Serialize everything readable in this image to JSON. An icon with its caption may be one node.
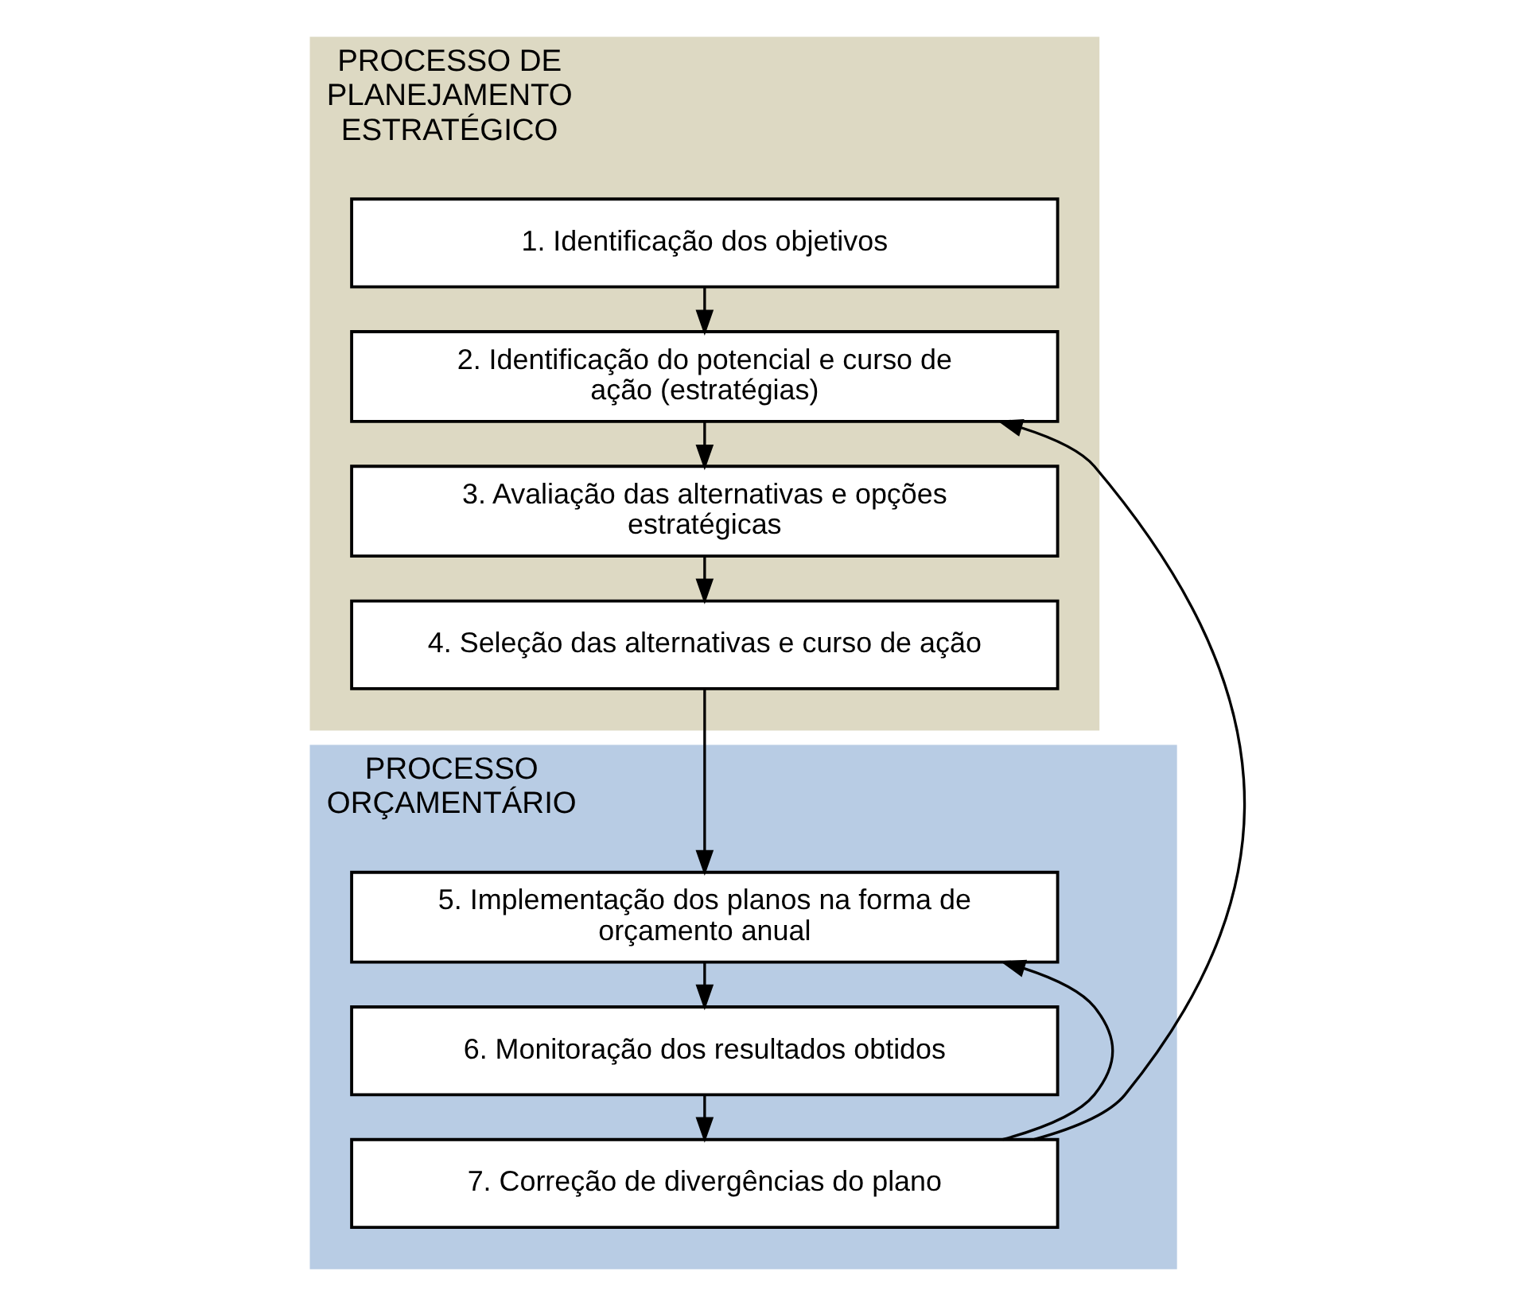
{
  "diagram": {
    "nodes": [
      {
        "text": [
          "PROCESSO DE PLANEJAMENTO ESTRATÉGICO"
        ]
      },
      {
        "text": [
          "1. Identificação dos objetivos"
        ],
        "in": 0
      },
      {
        "text": [
          "2. Identificação do potencial e curso de ação (estratégias)"
        ],
        "in": 0
      },
      {
        "text": [
          "3. Avaliação das alternativas e opções estratégicas"
        ],
        "in": 0
      },
      {
        "text": [
          "4. Seleção das alternativas e curso de ação"
        ],
        "in": 0
      },
      {
        "text": [
          "PROCESSO ORÇAMENTÁRIO"
        ]
      },
      {
        "text": [
          "5. Implementação dos planos na forma de orçamento anual"
        ],
        "in": 5
      },
      {
        "text": [
          "6. Monitoração dos resultados obtidos"
        ],
        "in": 5
      },
      {
        "text": [
          "7. Correção de divergências do plano"
        ],
        "in": 5
      }
    ],
    "edges": [
      {
        "from": 1,
        "to": 2,
        "arrow": "to"
      },
      {
        "from": 2,
        "to": 3,
        "arrow": "to"
      },
      {
        "from": 3,
        "to": 4,
        "arrow": "to"
      },
      {
        "from": 4,
        "to": 6,
        "arrow": "to"
      },
      {
        "from": 6,
        "to": 7,
        "arrow": "to"
      },
      {
        "from": 7,
        "to": 8,
        "arrow": "to"
      },
      {
        "from": 8,
        "to": 2,
        "arrow": "to"
      },
      {
        "from": 8,
        "to": 6,
        "arrow": "to"
      }
    ]
  }
}
